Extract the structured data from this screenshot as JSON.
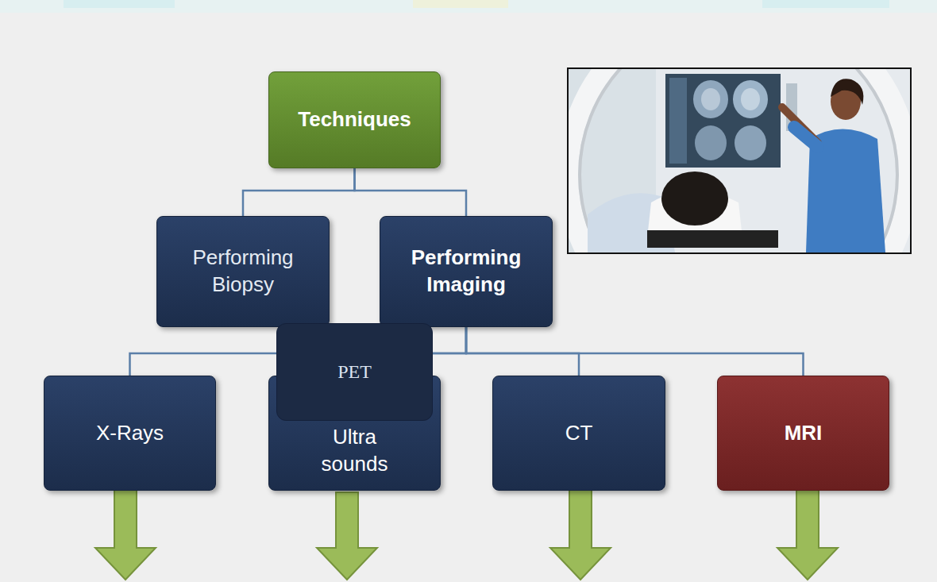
{
  "diagram": {
    "nodes": [
      {
        "text": [
          "Techniques"
        ]
      },
      {
        "text": [
          "Performing Biopsy"
        ]
      },
      {
        "text": [
          "Performing Imaging"
        ]
      },
      {
        "text": [
          "PET"
        ]
      },
      {
        "text": [
          "X-Rays"
        ]
      },
      {
        "text": [
          "Ultra sounds"
        ]
      },
      {
        "text": [
          "CT"
        ]
      },
      {
        "text": [
          "MRI"
        ]
      }
    ],
    "edges": [
      {
        "from": 0,
        "to": 1,
        "arrow": "none"
      },
      {
        "from": 0,
        "to": 2,
        "arrow": "none"
      },
      {
        "from": 2,
        "to": 4,
        "arrow": "none"
      },
      {
        "from": 2,
        "to": 5,
        "arrow": "none"
      },
      {
        "from": 2,
        "to": 6,
        "arrow": "none"
      },
      {
        "from": 2,
        "to": 7,
        "arrow": "none"
      }
    ]
  }
}
